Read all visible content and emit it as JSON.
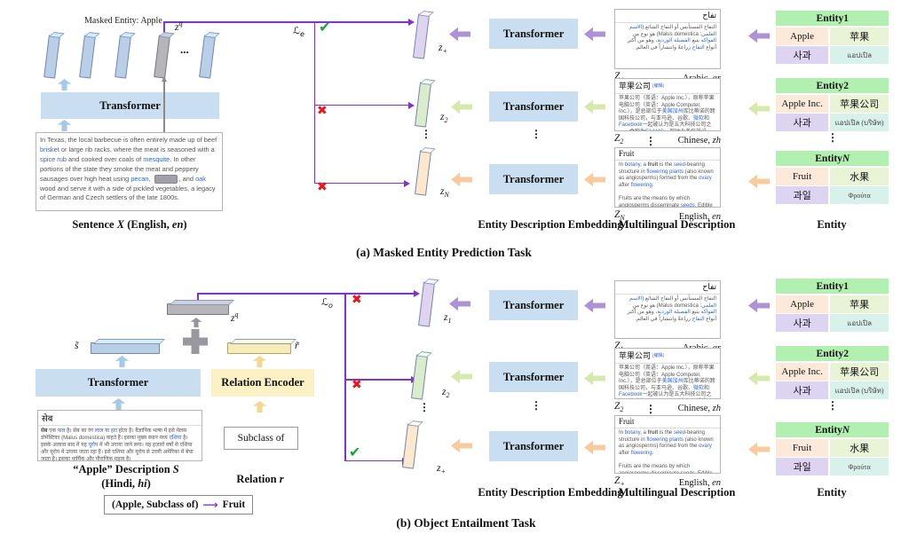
{
  "shared": {
    "transformer": "Transformer",
    "vdots": "⋮",
    "hdots": "...",
    "check_glyph": "✔",
    "cross_glyph": "✖",
    "zq": {
      "main": "z",
      "sup": "q"
    },
    "col_captions": {
      "embedding": "Entity Description Embedding",
      "description": "Multilingual Description",
      "entity": "Entity"
    },
    "entity_title_prefix": "Entity ",
    "entity_cards": [
      {
        "num": "1",
        "cells": [
          "Apple",
          "苹果",
          "사과",
          "แอปเปิล"
        ]
      },
      {
        "num": "2",
        "cells": [
          "Apple Inc.",
          "苹果公司",
          "사과",
          "แอปเปิล (บริษัท)"
        ]
      },
      {
        "num": "N",
        "cells": [
          "Fruit",
          "水果",
          "과일",
          "Φρούτα"
        ]
      }
    ],
    "desc_panels": [
      {
        "title": "تفاح",
        "lang_name": "Arabic, ",
        "lang_code": "ar",
        "body_segs": [
          {
            "t": "التفاح المستأنس أو التفاح الشائع ("
          },
          {
            "t": "الاسم العلمي",
            "l": 1
          },
          {
            "t": ": Malus domestica) هو نوع من "
          },
          {
            "t": "الفواكه",
            "l": 1
          },
          {
            "t": " يتبع "
          },
          {
            "t": "الفصيلة الوردية",
            "l": 1
          },
          {
            "t": "، وهو من أكثر أنواع "
          },
          {
            "t": "التفاح",
            "l": 1
          },
          {
            "t": " زراعةً وانتشاراً في العالم."
          }
        ]
      },
      {
        "title": "苹果公司",
        "title_tag": "[编辑]",
        "lang_name": "Chinese, ",
        "lang_code": "zh",
        "body_segs": [
          {
            "t": "苹果公司（英语：Apple Inc.），原称苹果电脑公司（英语：Apple Computer, Inc.），是总部位于"
          },
          {
            "t": "美国加州",
            "l": 1
          },
          {
            "t": "库比蒂诺的跨国科技公司，与亚马逊、谷歌、"
          },
          {
            "t": "微软",
            "l": 1
          },
          {
            "t": "和"
          },
          {
            "t": "Facebook",
            "l": 1
          },
          {
            "t": "一起被认为是五大科技公司之一，合称为"
          },
          {
            "t": "FAAMG",
            "l": 1
          },
          {
            "t": "，现时业务包括设计、开发、手机通信和销售消费电子、计算机软件、在线服务和个人计算机。"
          }
        ]
      },
      {
        "title": "Fruit",
        "lang_name": "English, ",
        "lang_code": "en",
        "body_segs": [
          {
            "t": "In "
          },
          {
            "t": "botany",
            "l": 1
          },
          {
            "t": ", a "
          },
          {
            "t": "fruit",
            "b": 1
          },
          {
            "t": " is the "
          },
          {
            "t": "seed",
            "l": 1
          },
          {
            "t": "-bearing structure in "
          },
          {
            "t": "flowering plants",
            "l": 1
          },
          {
            "t": " (also known as angiosperms) formed from the "
          },
          {
            "t": "ovary",
            "l": 1
          },
          {
            "t": " after "
          },
          {
            "t": "flowering",
            "l": 1
          },
          {
            "t": "."
          },
          {
            "nl": 2
          },
          {
            "t": "Fruits are the means by which angiosperms disseminate "
          },
          {
            "t": "seeds",
            "l": 1
          },
          {
            "t": ". Edible fruits, in particular, have propagated with the movements of humans and animals in a"
          }
        ]
      }
    ]
  },
  "task_a": {
    "caption": "(a) Masked Entity Prediction Task",
    "masked_entity_label": "Masked Entity: Apple",
    "loss": {
      "main": "ℒ",
      "sub": "e"
    },
    "sentence_caption": {
      "p1": "Sentence ",
      "p2": "X",
      "p3": " (English, ",
      "p4": "en",
      "p5": ")"
    },
    "sentence_segs": [
      {
        "t": "In Texas, the local barbecue is often entirely made up of beef "
      },
      {
        "t": "brisket",
        "l": 1
      },
      {
        "t": " or large rib racks, where the meat is seasoned with a "
      },
      {
        "t": "spice rub",
        "l": 1
      },
      {
        "t": " and cooked over coals of "
      },
      {
        "t": "mesquite",
        "l": 1
      },
      {
        "t": ". In other portions of the state they smoke the meat and peppery sausages over high heat using "
      },
      {
        "t": "pecan",
        "l": 1
      },
      {
        "t": ", "
      },
      {
        "t": "",
        "m": 1
      },
      {
        "t": ", and "
      },
      {
        "t": "oak",
        "l": 1
      },
      {
        "t": " wood and serve it with a side of pickled vegetables, a legacy of German and Czech settlers of the late 1800s."
      }
    ],
    "emb_z": [
      {
        "main": "z",
        "sub": "+"
      },
      {
        "main": "z",
        "sub": "2"
      },
      {
        "main": "z",
        "sub": "N"
      }
    ],
    "desc_z": [
      {
        "main": "Z",
        "sub": "+"
      },
      {
        "main": "Z",
        "sub": "2"
      },
      {
        "main": "Z",
        "sub": "N"
      }
    ]
  },
  "task_b": {
    "caption": "(b) Object Entailment Task",
    "loss": {
      "main": "ℒ",
      "sub": "o"
    },
    "s_label": "s̃",
    "r_label": "r̃",
    "relation_encoder": "Relation Encoder",
    "subclass": "Subclass of",
    "relation_caption": {
      "p1": "Relation ",
      "p2": "r"
    },
    "desc_caption": {
      "line1_p1": "“Apple” Description ",
      "line1_p2": "S",
      "line2_p1": "(Hindi, ",
      "line2_p2": "hi",
      "line2_p3": ")"
    },
    "legend": {
      "left": "(Apple, Subclass of)",
      "arrow": "⟶",
      "right": "Fruit"
    },
    "hindi_title": "सेब",
    "hindi_segs": [
      {
        "t": "सेब",
        "b": 1
      },
      {
        "t": " एक "
      },
      {
        "t": "फल",
        "l": 1
      },
      {
        "t": " है। सेब का रंग "
      },
      {
        "t": "लाल",
        "l": 1
      },
      {
        "t": " या "
      },
      {
        "t": "हरा",
        "l": 1
      },
      {
        "t": " होता है। वैज्ञानिक भाषा में इसे मेलस डोमेस्टिका (Malus domestica) कहते हैं। इसका मुख्य स्थान मध्य "
      },
      {
        "t": "एशिया",
        "l": 1
      },
      {
        "t": " है। इसके अलावा बाद में यह "
      },
      {
        "t": "यूरोप",
        "l": 1
      },
      {
        "t": " में भी उगाया जाने लगा। यह हज़ारों वर्षों से एशिया और यूरोप में उगाया जाता रहा है। इसे एशिया और यूरोप से उत्तरी अमेरिका में बेचा जाता है। इसका धार्मिक और पौराणिक महत्व है।"
      }
    ],
    "emb_z": [
      {
        "main": "z",
        "sub": "1"
      },
      {
        "main": "z",
        "sub": "2"
      },
      {
        "main": "z",
        "sub": "+"
      }
    ],
    "desc_z": [
      {
        "main": "Z",
        "sub": "1"
      },
      {
        "main": "Z",
        "sub": "2"
      },
      {
        "main": "Z",
        "sub": "+"
      }
    ]
  }
}
